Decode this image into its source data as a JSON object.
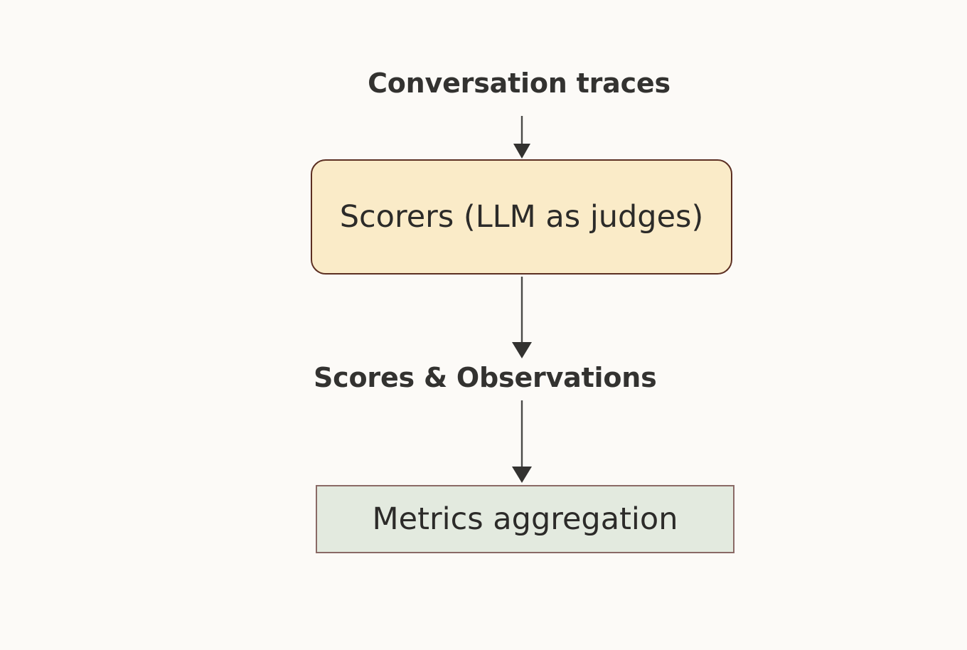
{
  "diagram": {
    "background_color": "#fcfaf7",
    "title_color": "#333230",
    "nodes": [
      {
        "id": "conversation-traces",
        "type": "plain-label",
        "label": "Conversation traces",
        "bold": true
      },
      {
        "id": "scorers",
        "type": "rounded-box",
        "label": "Scorers (LLM as judges)",
        "fill_color": "#faebc8",
        "border_color": "#5c2f22"
      },
      {
        "id": "scores-observations",
        "type": "plain-label",
        "label": "Scores & Observations",
        "bold": true
      },
      {
        "id": "metrics-aggregation",
        "type": "rect-box",
        "label": "Metrics aggregation",
        "fill_color": "#e3eadf",
        "border_color": "#8a6a66"
      }
    ],
    "edges": [
      {
        "id": "edge-1",
        "from": "conversation-traces",
        "to": "scorers",
        "arrow": "down-arrow-icon"
      },
      {
        "id": "edge-2",
        "from": "scorers",
        "to": "scores-observations",
        "arrow": "down-arrow-icon"
      },
      {
        "id": "edge-3",
        "from": "scores-observations",
        "to": "metrics-aggregation",
        "arrow": "down-arrow-icon"
      }
    ]
  }
}
